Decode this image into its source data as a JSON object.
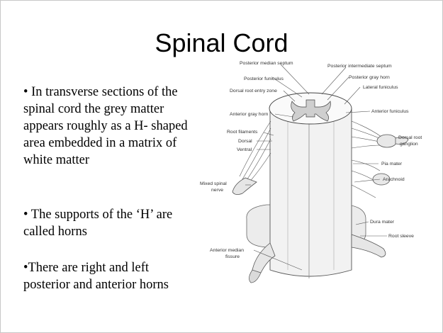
{
  "slide": {
    "title": "Spinal Cord",
    "bullets": [
      "• In transverse sections of the spinal cord the grey matter appears roughly as a H- shaped area embedded in a matrix of white matter",
      "• The supports of the ‘H’ are called horns",
      "•There are right and left posterior and anterior horns"
    ]
  },
  "figure": {
    "labels": {
      "posterior_median_septum": "Posterior median septum",
      "posterior_intermediate_septum": "Posterior intermediate septum",
      "posterior_funiculus": "Posterior funiculus",
      "posterior_gray_horn": "Posterior gray horn",
      "lateral_funiculus": "Lateral funiculus",
      "dorsal_root_entry_zone": "Dorsal root entry zone",
      "anterior_gray_horn": "Anterior gray horn",
      "anterior_funiculus": "Anterior funiculus",
      "root_filaments": "Root filaments",
      "dorsal": "Dorsal",
      "ventral": "Ventral",
      "dorsal_root_ganglion_1": "Dorsal root",
      "dorsal_root_ganglion_2": "ganglion",
      "pia_mater": "Pia mater",
      "arachnoid": "Arachnoid",
      "mixed_spinal_nerve_1": "Mixed spinal",
      "mixed_spinal_nerve_2": "nerve",
      "dura_mater": "Dura mater",
      "root_sleeve": "Root sleeve",
      "anterior_median_fissure_1": "Anterior median",
      "anterior_median_fissure_2": "fissure"
    }
  }
}
